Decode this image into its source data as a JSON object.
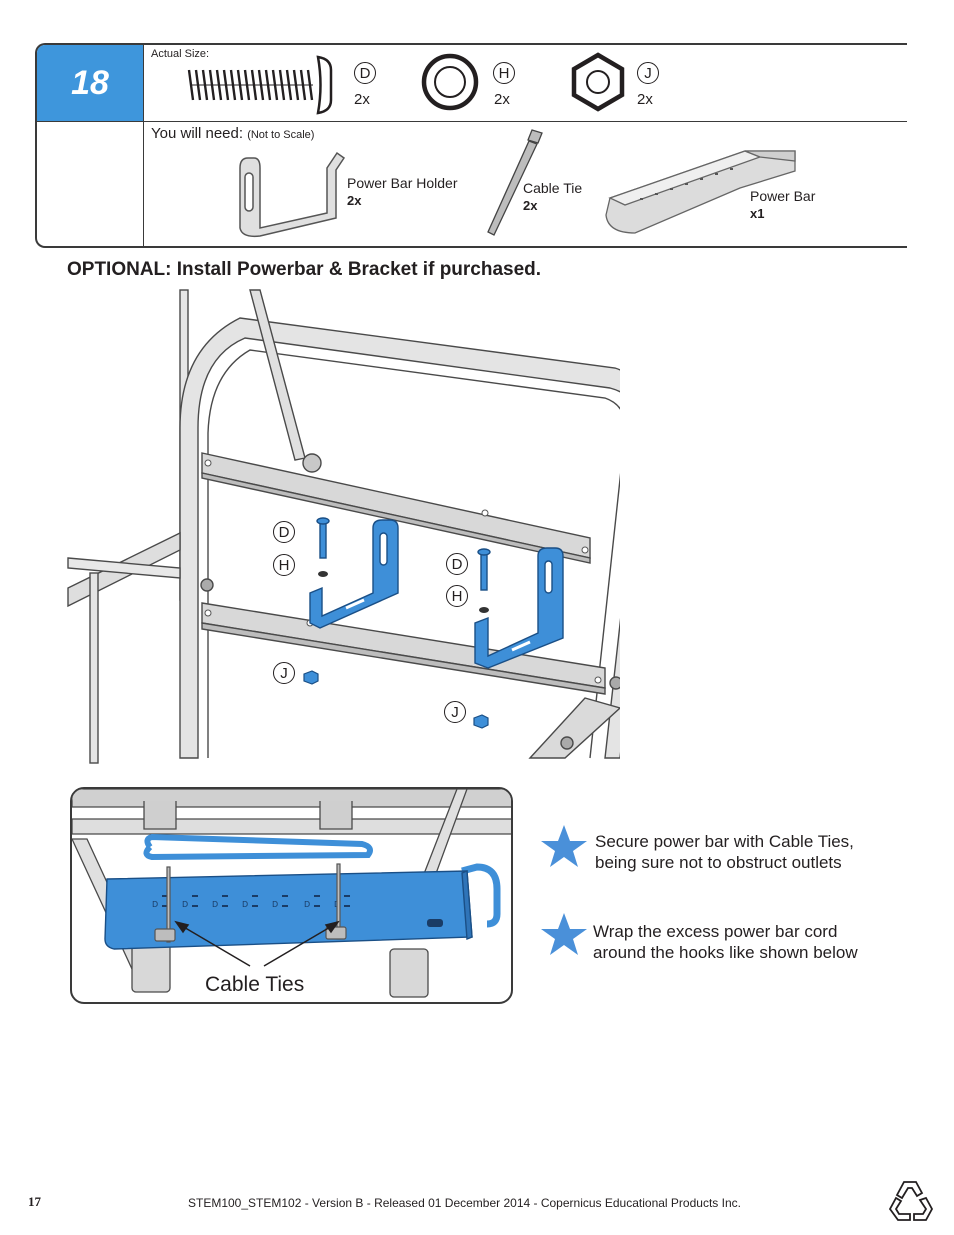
{
  "step": {
    "number": "18",
    "actual_size_label": "Actual Size:",
    "hardware": [
      {
        "letter": "D",
        "qty": "2x",
        "icon": "bolt-icon"
      },
      {
        "letter": "H",
        "qty": "2x",
        "icon": "washer-icon"
      },
      {
        "letter": "J",
        "qty": "2x",
        "icon": "nut-icon"
      }
    ],
    "you_will_need_label": "You will need:",
    "not_to_scale": "(Not to Scale)",
    "parts": [
      {
        "name": "Power Bar Holder",
        "qty": "2x"
      },
      {
        "name": "Cable Tie",
        "qty": "2x"
      },
      {
        "name": "Power Bar",
        "qty": "x1"
      }
    ]
  },
  "heading": "OPTIONAL: Install Powerbar & Bracket if purchased.",
  "diagram_labels": {
    "left_d": "D",
    "left_h": "H",
    "left_j": "J",
    "right_d": "D",
    "right_h": "H",
    "right_j": "J"
  },
  "detail": {
    "callout": "Cable Ties"
  },
  "notes": [
    {
      "line1": "Secure power bar with Cable Ties,",
      "line2": "being sure not to obstruct outlets"
    },
    {
      "line1": "Wrap the excess power bar cord",
      "line2": "around the hooks like shown below"
    }
  ],
  "footer": {
    "page": "17",
    "text": "STEM100_STEM102 - Version B - Released 01 December 2014 - Copernicus Educational Products Inc."
  },
  "colors": {
    "accent": "#3e96dc",
    "part_blue": "#3e8fd8",
    "star": "#4a90d9"
  }
}
